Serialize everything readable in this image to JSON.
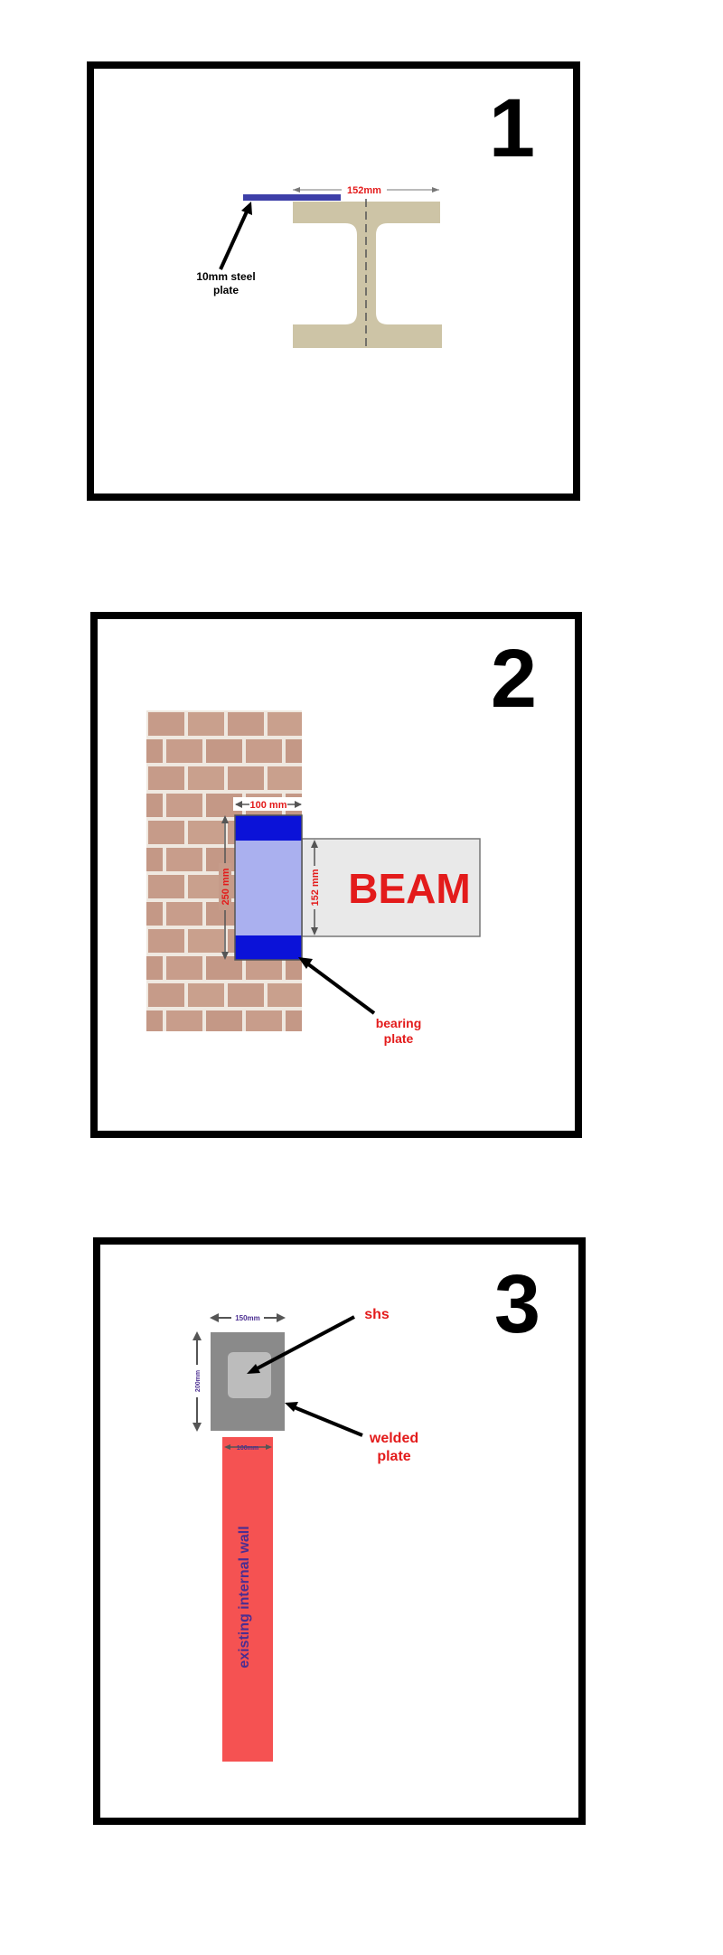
{
  "panels": [
    {
      "number": "1",
      "labels": {
        "dimension": "152mm",
        "plate_label_line1": "10mm steel",
        "plate_label_line2": "plate"
      }
    },
    {
      "number": "2",
      "labels": {
        "width": "100 mm",
        "height_left": "250 mm",
        "height_right": "152 mm",
        "beam": "BEAM",
        "plate_label_line1": "bearing",
        "plate_label_line2": "plate"
      }
    },
    {
      "number": "3",
      "labels": {
        "shs_width": "150mm",
        "shs_height": "200mm",
        "wall_width": "100mm",
        "shs": "shs",
        "welded_line1": "welded",
        "welded_line2": "plate",
        "wall": "existing internal wall"
      }
    }
  ],
  "colors": {
    "steel_beige": "#cdc4a6",
    "plate_blue": "#0b12d8",
    "plate_light_blue": "#aab0ef",
    "label_red": "#e31b1b",
    "brick": "#c69b89",
    "mortar": "#efe8e0",
    "shs_grey": "#8a8a8a",
    "shs_inner": "#bcbcbc",
    "wall_red": "#f55252",
    "wall_text": "#4b2e91"
  }
}
